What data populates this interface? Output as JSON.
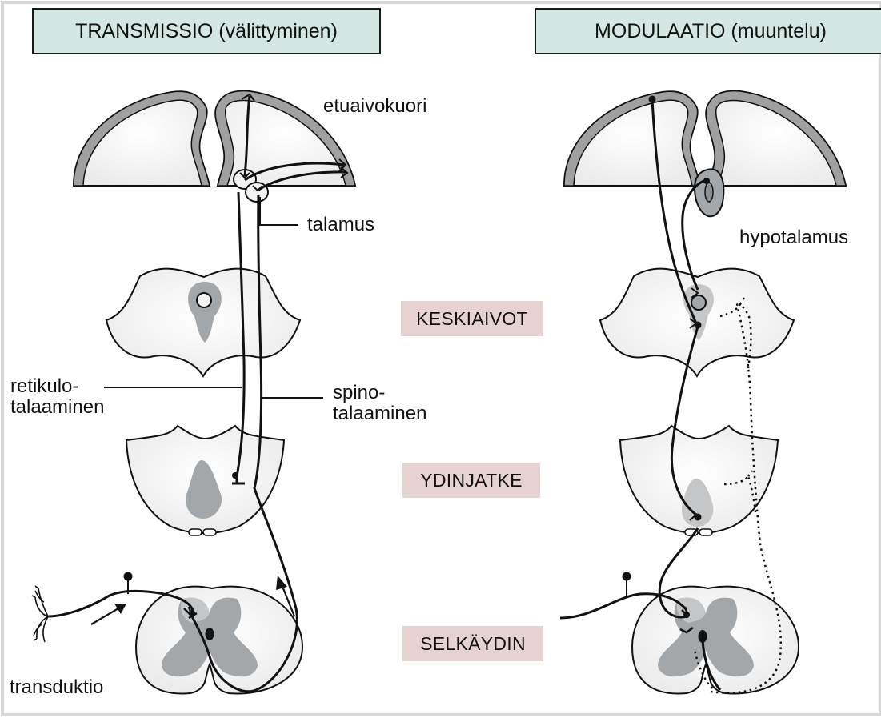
{
  "headers": {
    "transmission": "TRANSMISSIO (välittyminen)",
    "modulation": "MODULAATIO (muuntelu)"
  },
  "levels": {
    "midbrain": "KESKIAIVOT",
    "medulla": "YDINJATKE",
    "spinal_cord": "SELKÄYDIN"
  },
  "labels": {
    "cortex": "etuaivokuori",
    "thalamus": "talamus",
    "hypothalamus": "hypotalamus",
    "reticulo_line1": "retikulo-",
    "reticulo_line2": "talaaminen",
    "spino_line1": "spino-",
    "spino_line2": "talaaminen",
    "transduction": "transduktio"
  },
  "colors": {
    "header_bg": "#d3e8e3",
    "level_bg": "#e6d3d1",
    "grey_matter": "#a4a7aa",
    "tissue_fill": "#f6f6f6",
    "cortex_band": "#a0a0a0",
    "line": "#111111"
  }
}
